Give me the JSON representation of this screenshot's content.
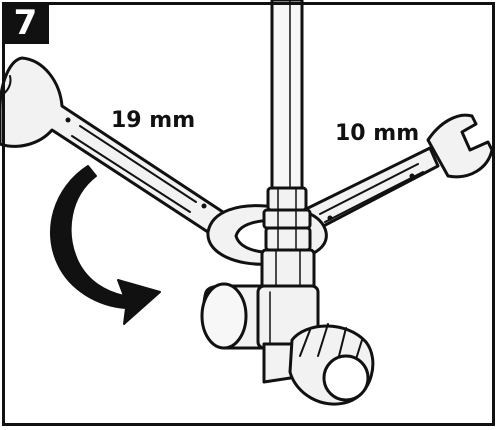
{
  "step": {
    "number": "7"
  },
  "labels": {
    "large_wrench": "19 mm",
    "small_wrench": "10 mm"
  },
  "colors": {
    "ink": "#111111",
    "metal_fill": "#f2f2f2",
    "background": "#ffffff"
  },
  "icons": [
    "rotation-arrow-icon"
  ]
}
